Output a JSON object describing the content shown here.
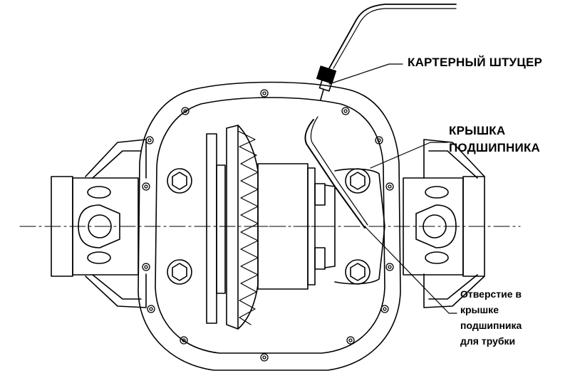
{
  "labels": {
    "breather": "КАРТЕРНЫЙ ШТУЦЕР",
    "bearing_cap_line1": "КРЫШКА",
    "bearing_cap_line2": "ПОДШИПНИКА",
    "hole_line1": "Отверстие в",
    "hole_line2": "крышке",
    "hole_line3": "подшипника",
    "hole_line4": "для трубки"
  },
  "colors": {
    "ink": "#000000",
    "background": "#ffffff"
  }
}
